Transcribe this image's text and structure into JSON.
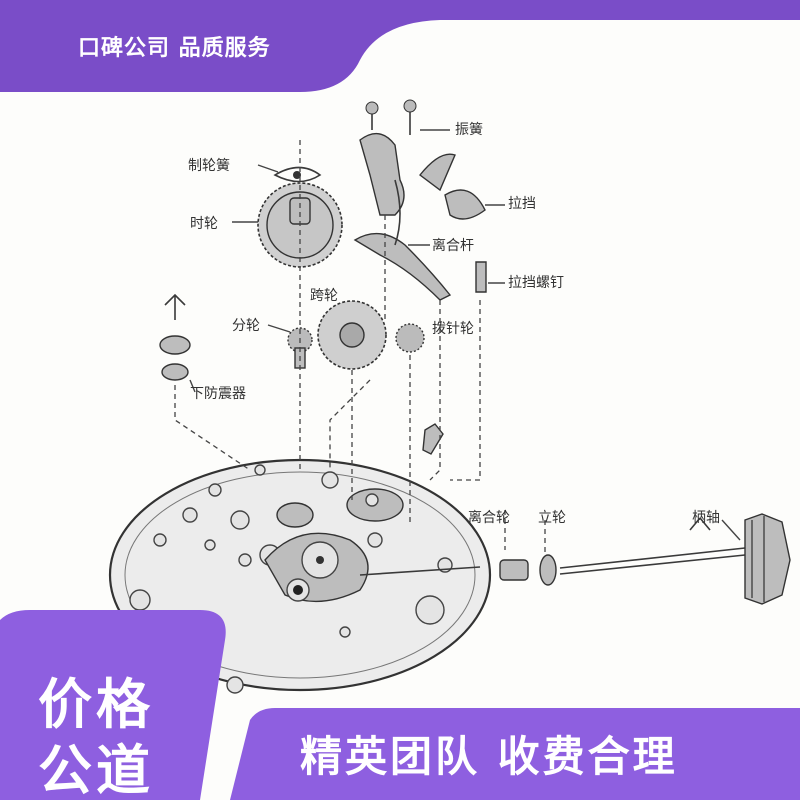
{
  "banner": {
    "brand_text": "口碑公司 品质服务",
    "color": "#7a4dc8"
  },
  "diagram": {
    "labels": [
      "制轮簧",
      "时轮",
      "振簧",
      "拉挡",
      "离合杆",
      "拉挡螺钉",
      "跨轮",
      "分轮",
      "拨针轮",
      "下防震器",
      "离合轮",
      "立轮",
      "柄轴"
    ]
  },
  "footer": {
    "price_line1": "价格",
    "price_line2": "公道",
    "slogan": "精英团队  收费合理",
    "color": "#8e5fe0"
  }
}
